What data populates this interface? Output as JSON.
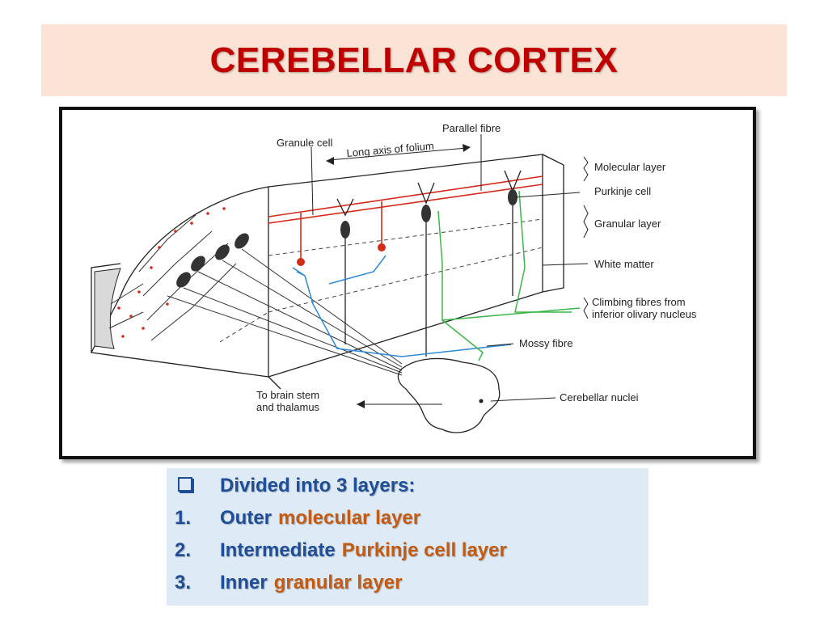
{
  "title": "CEREBELLAR CORTEX",
  "diagram": {
    "labels": {
      "parallel_fibre": "Parallel fibre",
      "granule_cell": "Granule cell",
      "long_axis": "Long axis of folium",
      "molecular_layer": "Molecular layer",
      "purkinje_cell": "Purkinje cell",
      "granular_layer": "Granular layer",
      "white_matter": "White matter",
      "climbing_fibres_1": "Climbing fibres from",
      "climbing_fibres_2": "inferior olivary nucleus",
      "mossy_fibre": "Mossy fibre",
      "brain_stem_1": "To brain stem",
      "brain_stem_2": "and thalamus",
      "cerebellar_nuclei": "Cerebellar nuclei"
    },
    "colors": {
      "parallel_fibre": "#d42a1a",
      "mossy_fibre": "#2a8ad8",
      "climbing_fibre": "#3cb54a",
      "outline": "#222222"
    }
  },
  "bullets": {
    "header": "Divided into 3 layers:",
    "items": [
      {
        "marker": "1.",
        "prefix": "Outer",
        "term": "molecular layer"
      },
      {
        "marker": "2.",
        "prefix": "Intermediate",
        "term": "Purkinje cell layer"
      },
      {
        "marker": "3.",
        "prefix": "Inner",
        "term": "granular layer"
      }
    ]
  }
}
